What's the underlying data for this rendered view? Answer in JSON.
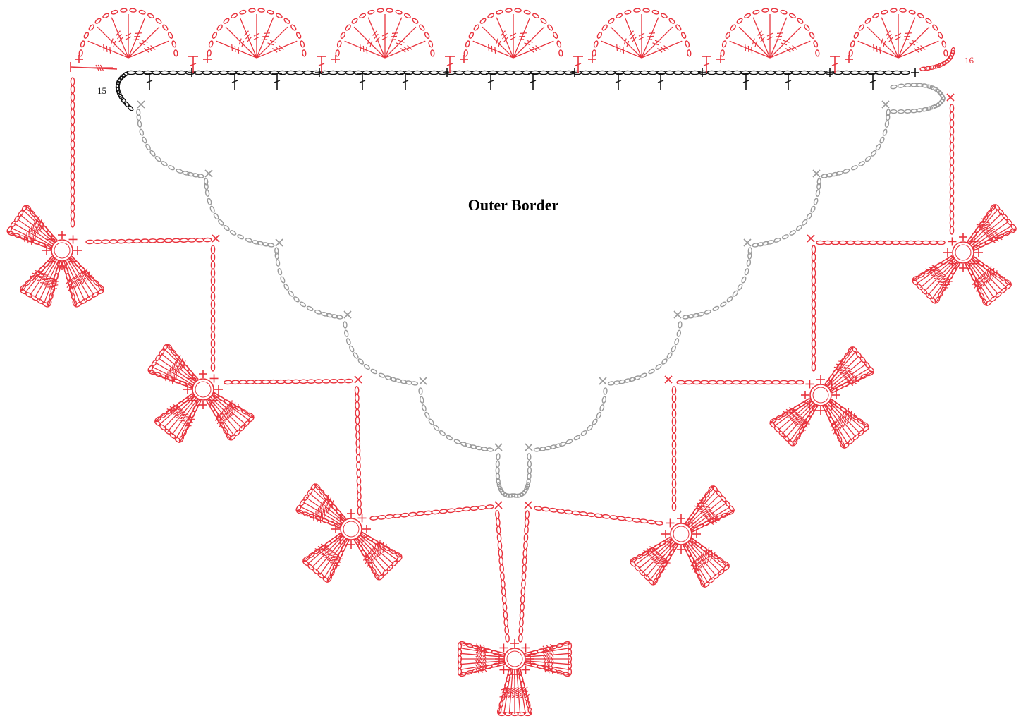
{
  "title": "Outer Border",
  "round_labels": {
    "start": "15",
    "end": "16"
  },
  "colors": {
    "current_round": "#e8323c",
    "previous_round": "#111111",
    "earlier_rounds": "#9a9a9a",
    "background": "#ffffff"
  },
  "stitch_symbols": [
    "chain",
    "single-crochet",
    "half-double-crochet",
    "treble-crochet",
    "slip-stitch"
  ],
  "motif_count": {
    "scallops": 7,
    "flowers": 7
  }
}
